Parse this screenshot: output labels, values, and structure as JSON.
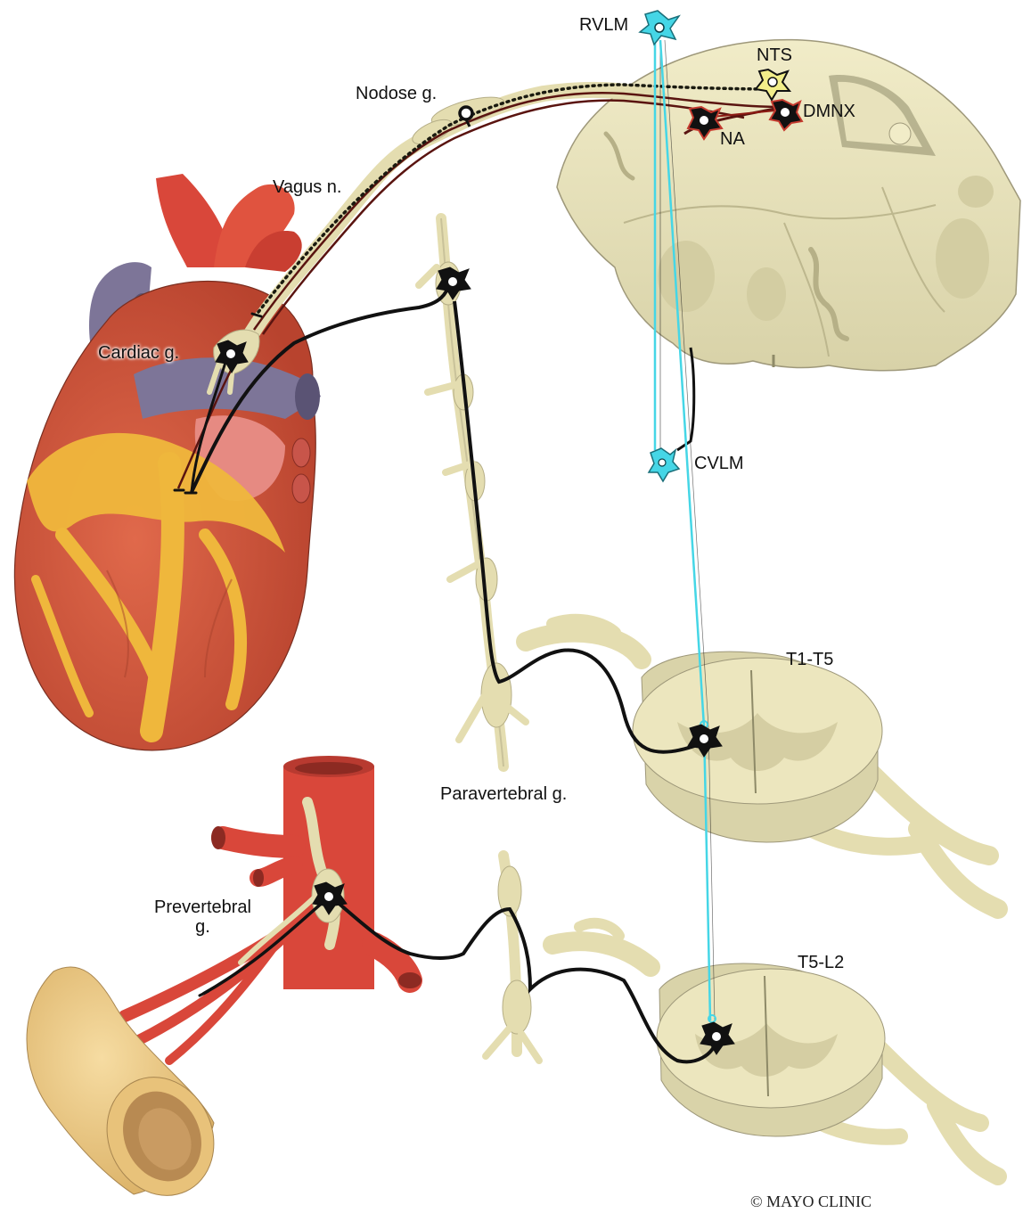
{
  "labels": {
    "rvlm": "RVLM",
    "nts": "NTS",
    "nodose": "Nodose g.",
    "dmnx": "DMNX",
    "na": "NA",
    "vagus": "Vagus n.",
    "cardiac": "Cardiac g.",
    "cvlm": "CVLM",
    "t1t5": "T1-T5",
    "paravertebral": "Paravertebral g.",
    "prevertebral_line1": "Prevertebral",
    "prevertebral_line2": "g.",
    "t5l2": "T5-L2"
  },
  "credit": "© MAYO CLINIC",
  "colors": {
    "medulla": "#ECE6BE",
    "medulla_dark": "#C9C39A",
    "nerve": "#E4DDB0",
    "heart_red": "#CF4E34",
    "heart_muscle": "#C8583A",
    "fat": "#EFB73C",
    "vein": "#7D7598",
    "artery": "#D9473A",
    "gut": "#EDCB86",
    "rvlm_cyan": "#45D6E6",
    "neuron_black": "#0E0E14",
    "vagal_red": "#8E1B14"
  }
}
